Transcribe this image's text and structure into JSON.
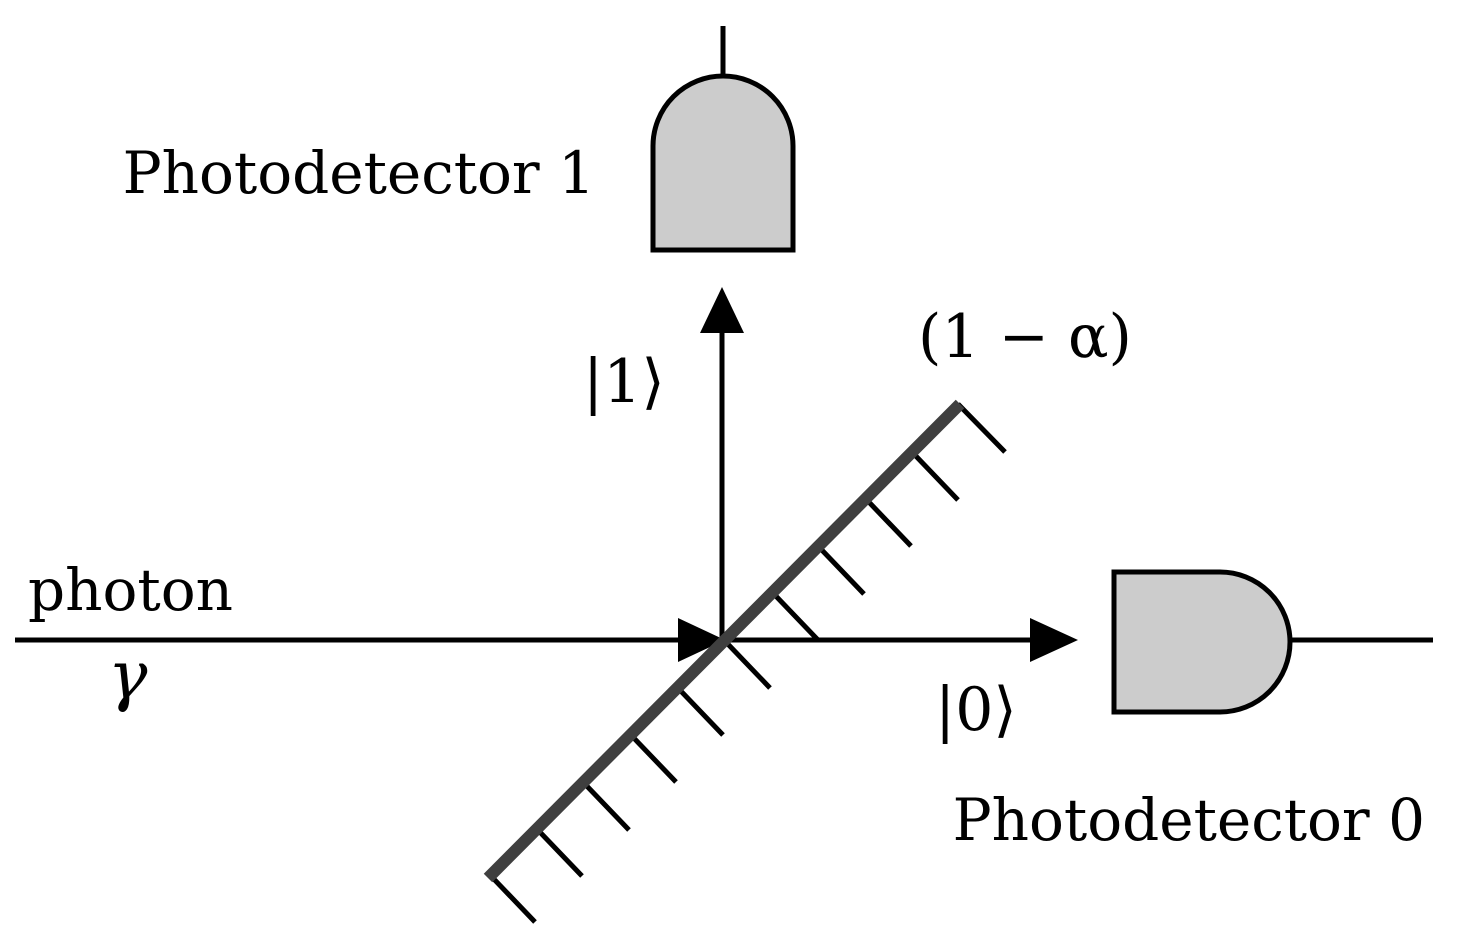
{
  "labels": {
    "photodetector_1": "Photodetector 1",
    "photodetector_0": "Photodetector 0",
    "photon": "photon",
    "gamma": "γ",
    "ket_1": "|1⟩",
    "ket_0": "|0⟩",
    "reflectance": "(1 − α)"
  },
  "colors": {
    "line": "#000000",
    "mirror": "#3f3f3f",
    "detector_fill": "#cccccc",
    "background": "#ffffff"
  },
  "icons": {
    "detector": "photodetector-icon",
    "mirror": "beam-splitter-icon",
    "arrow": "arrowhead-icon"
  }
}
